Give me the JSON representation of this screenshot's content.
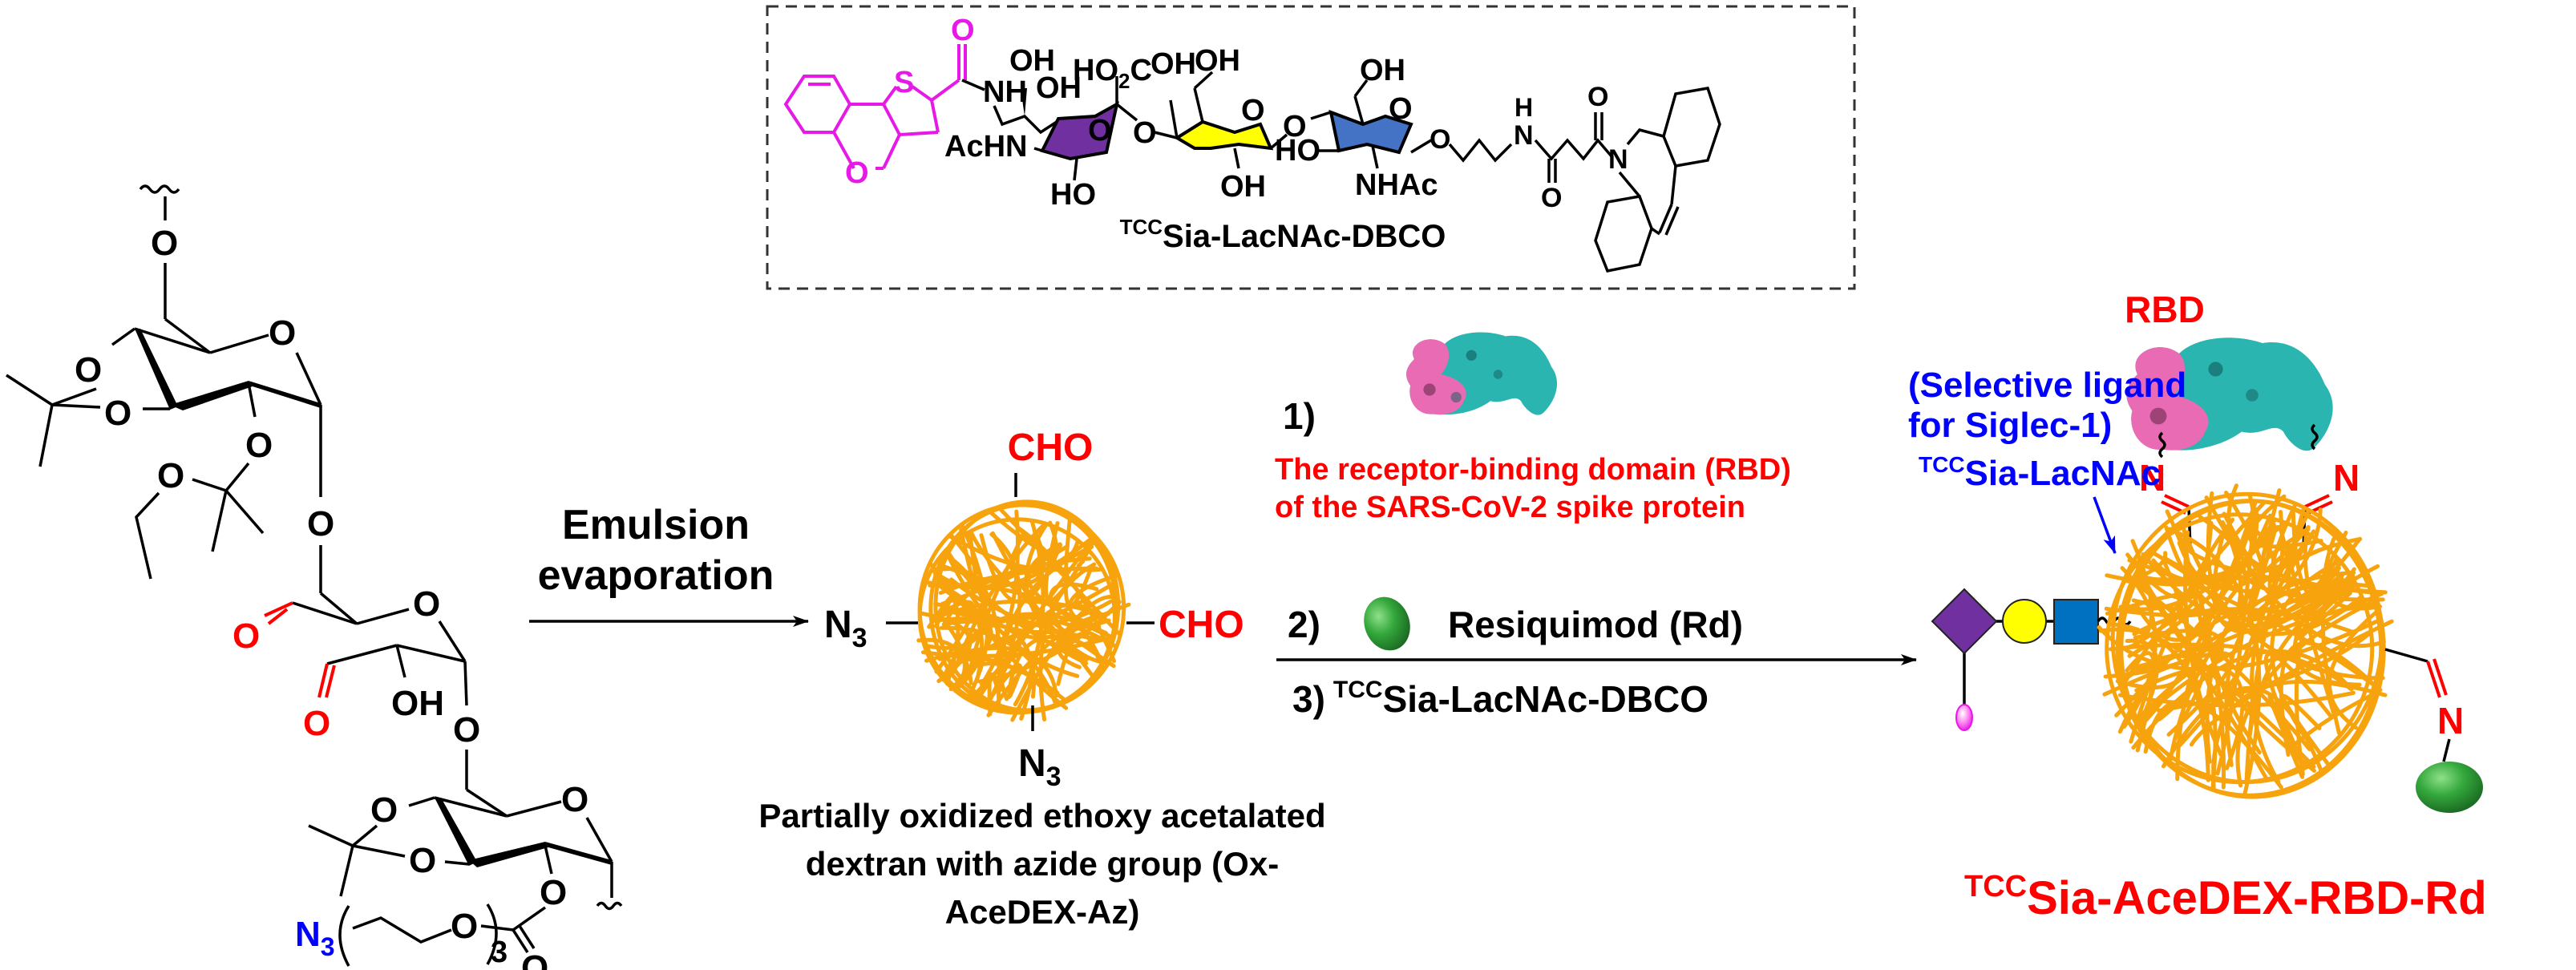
{
  "figure": {
    "type": "reaction-scheme",
    "title": "Synthesis of TCCSia-AceDEX-RBD-Rd nanoparticles"
  },
  "colors": {
    "black": "#000000",
    "red": "#ff0000",
    "blue": "#0000ff",
    "magenta": "#e619e6",
    "orange_polymer": "#f7a30d",
    "sia_purple": "#7030a0",
    "gal_yellow": "#ffff00",
    "glcnac_blue": "#4472c4",
    "glycan_square_blue": "#0070c0",
    "rd_green": "#2e9e3a",
    "rbd_pink": "#e86bb3",
    "rbd_teal": "#2ab5b0"
  },
  "inset": {
    "caption_sup": "TCC",
    "caption": "Sia-LacNAc-DBCO",
    "atoms": {
      "carbonyl_O": "O",
      "thiophene_S": "S",
      "chromene_O": "O",
      "amide_NH": "NH",
      "oh1": "OH",
      "oh2": "OH",
      "acid": "HO",
      "acid_sub": "2",
      "acid_c": "C",
      "achn": "AcHN",
      "sia_ring_O": "O",
      "sia_ho": "HO",
      "glyco_O1": "O",
      "gal_oh1": "OH",
      "gal_oh2": "OH",
      "gal_ring_O": "O",
      "gal_oh3": "OH",
      "glyco_O2": "O",
      "glcnac_oh": "OH",
      "glcnac_ring_O": "O",
      "glcnac_ho": "HO",
      "nhac": "NHAc",
      "linker_O": "O",
      "linker_H": "H",
      "linker_N": "N",
      "amide_O1": "O",
      "amide_O2": "O",
      "dbco_N": "N"
    }
  },
  "starting_material": {
    "atoms": {
      "top_O": "O",
      "ring1_O": "O",
      "acetal_O1": "O",
      "acetal_O2": "O",
      "acetal_O3": "O",
      "ethoxy_O": "O",
      "glyco_O": "O",
      "aldehyde_O1": "O",
      "aldehyde_O2": "O",
      "oh": "OH",
      "ring2_O": "O",
      "glyco_O2": "O",
      "ring3_O": "O",
      "acetal2_O1": "O",
      "acetal2_O2": "O",
      "carbonate_O": "O",
      "peg_O": "O",
      "carbonyl_O": "O",
      "azide": "N",
      "azide_sub": "3",
      "repeat": "3"
    }
  },
  "step1": {
    "label_line1": "Emulsion",
    "label_line2": "evaporation"
  },
  "intermediate": {
    "cho_top": "CHO",
    "cho_right": "CHO",
    "n3_left": "N",
    "n3_left_sub": "3",
    "n3_bottom": "N",
    "n3_bottom_sub": "3",
    "caption_line1": "Partially oxidized ethoxy acetalated",
    "caption_line2": "dextran with azide group (Ox-",
    "caption_line3": "AceDEX-Az)"
  },
  "step2": {
    "cond1_num": "1)",
    "cond1_text_line1": "The receptor-binding domain (RBD)",
    "cond1_text_line2": "of the SARS-CoV-2 spike protein",
    "cond2_num": "2)",
    "cond2_text": "Resiquimod (Rd)",
    "cond3_num": "3)",
    "cond3_sup": "TCC",
    "cond3_text": "Sia-LacNAc-DBCO"
  },
  "product": {
    "rbd_label": "RBD",
    "ligand_note_line1": "(Selective ligand",
    "ligand_note_line2": "for Siglec-1)",
    "ligand_sup": "TCC",
    "ligand_name": "Sia-LacNAc",
    "imine_N1": "N",
    "imine_N2": "N",
    "imine_N3": "N",
    "name_sup": "TCC",
    "name": "Sia-AceDEX-RBD-Rd"
  }
}
